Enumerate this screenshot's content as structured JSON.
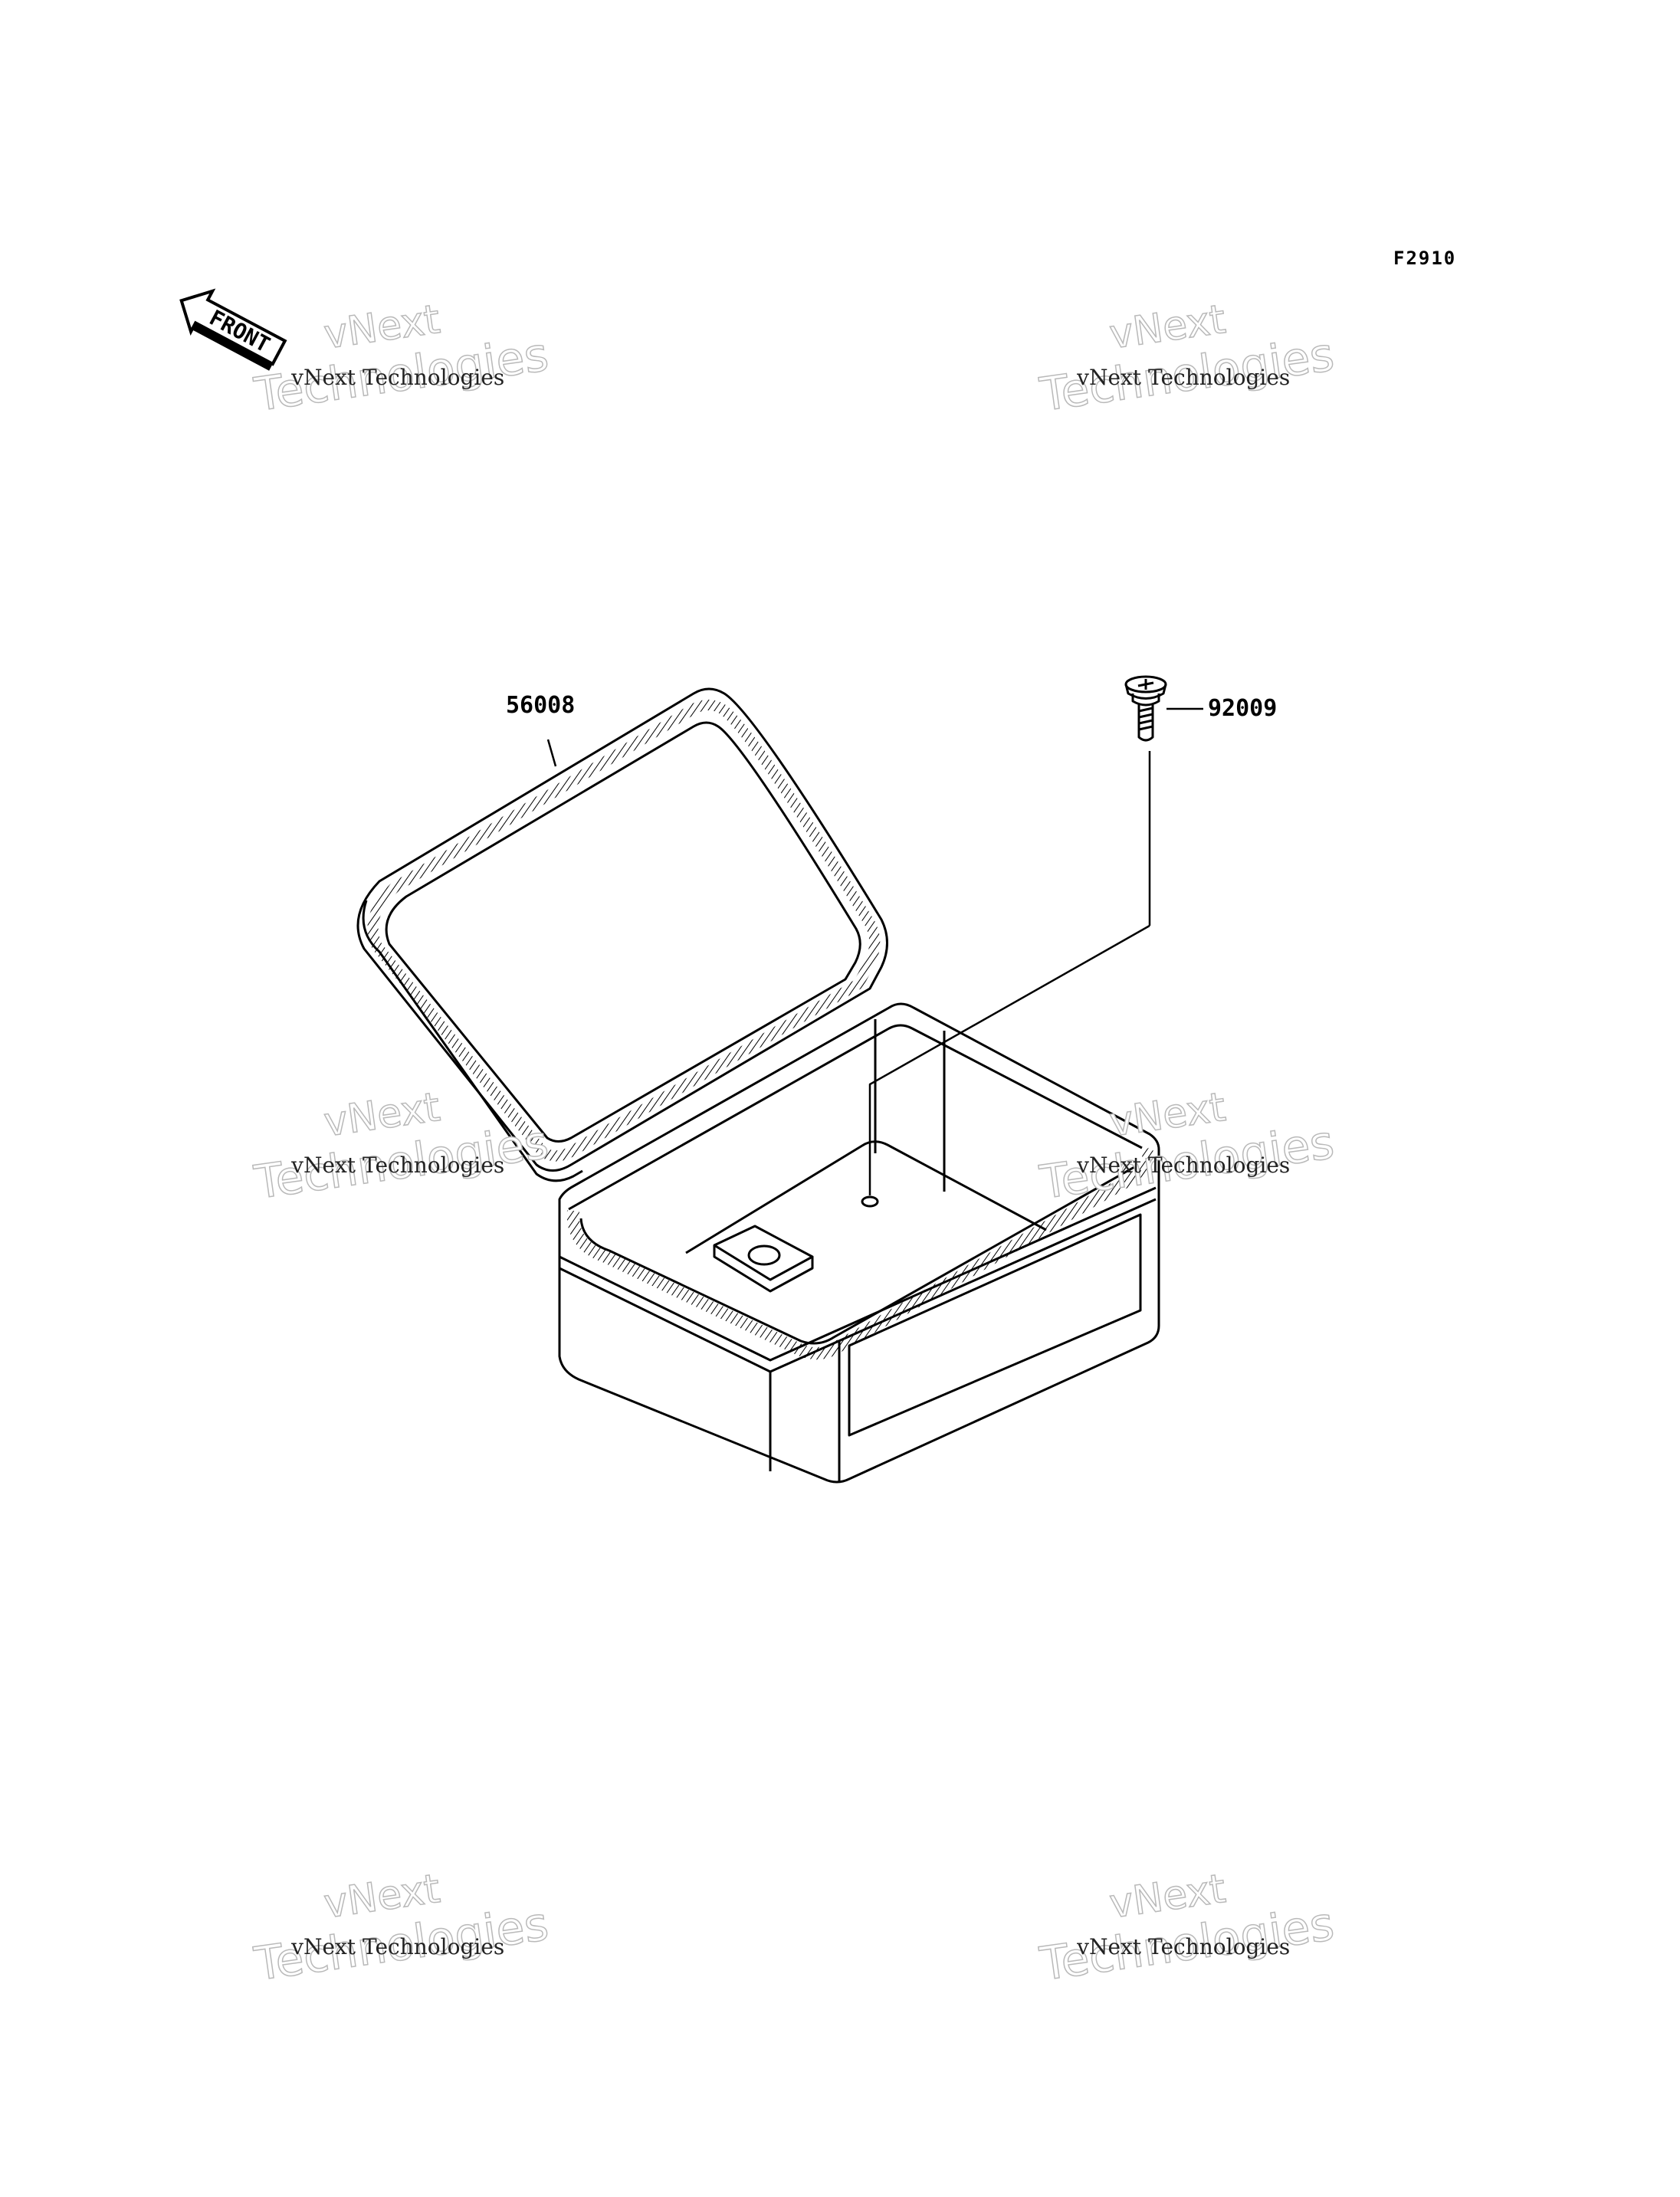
{
  "figure_code": "F2910",
  "front_label": "FRONT",
  "parts": [
    {
      "number": "56008"
    },
    {
      "number": "92009"
    }
  ],
  "watermark": {
    "small_text": "vNext Technologies",
    "brand_line": "vNext",
    "tech_line": "Technologies"
  },
  "colors": {
    "line": "#000000",
    "watermark_outline": "#b9b9b9"
  }
}
